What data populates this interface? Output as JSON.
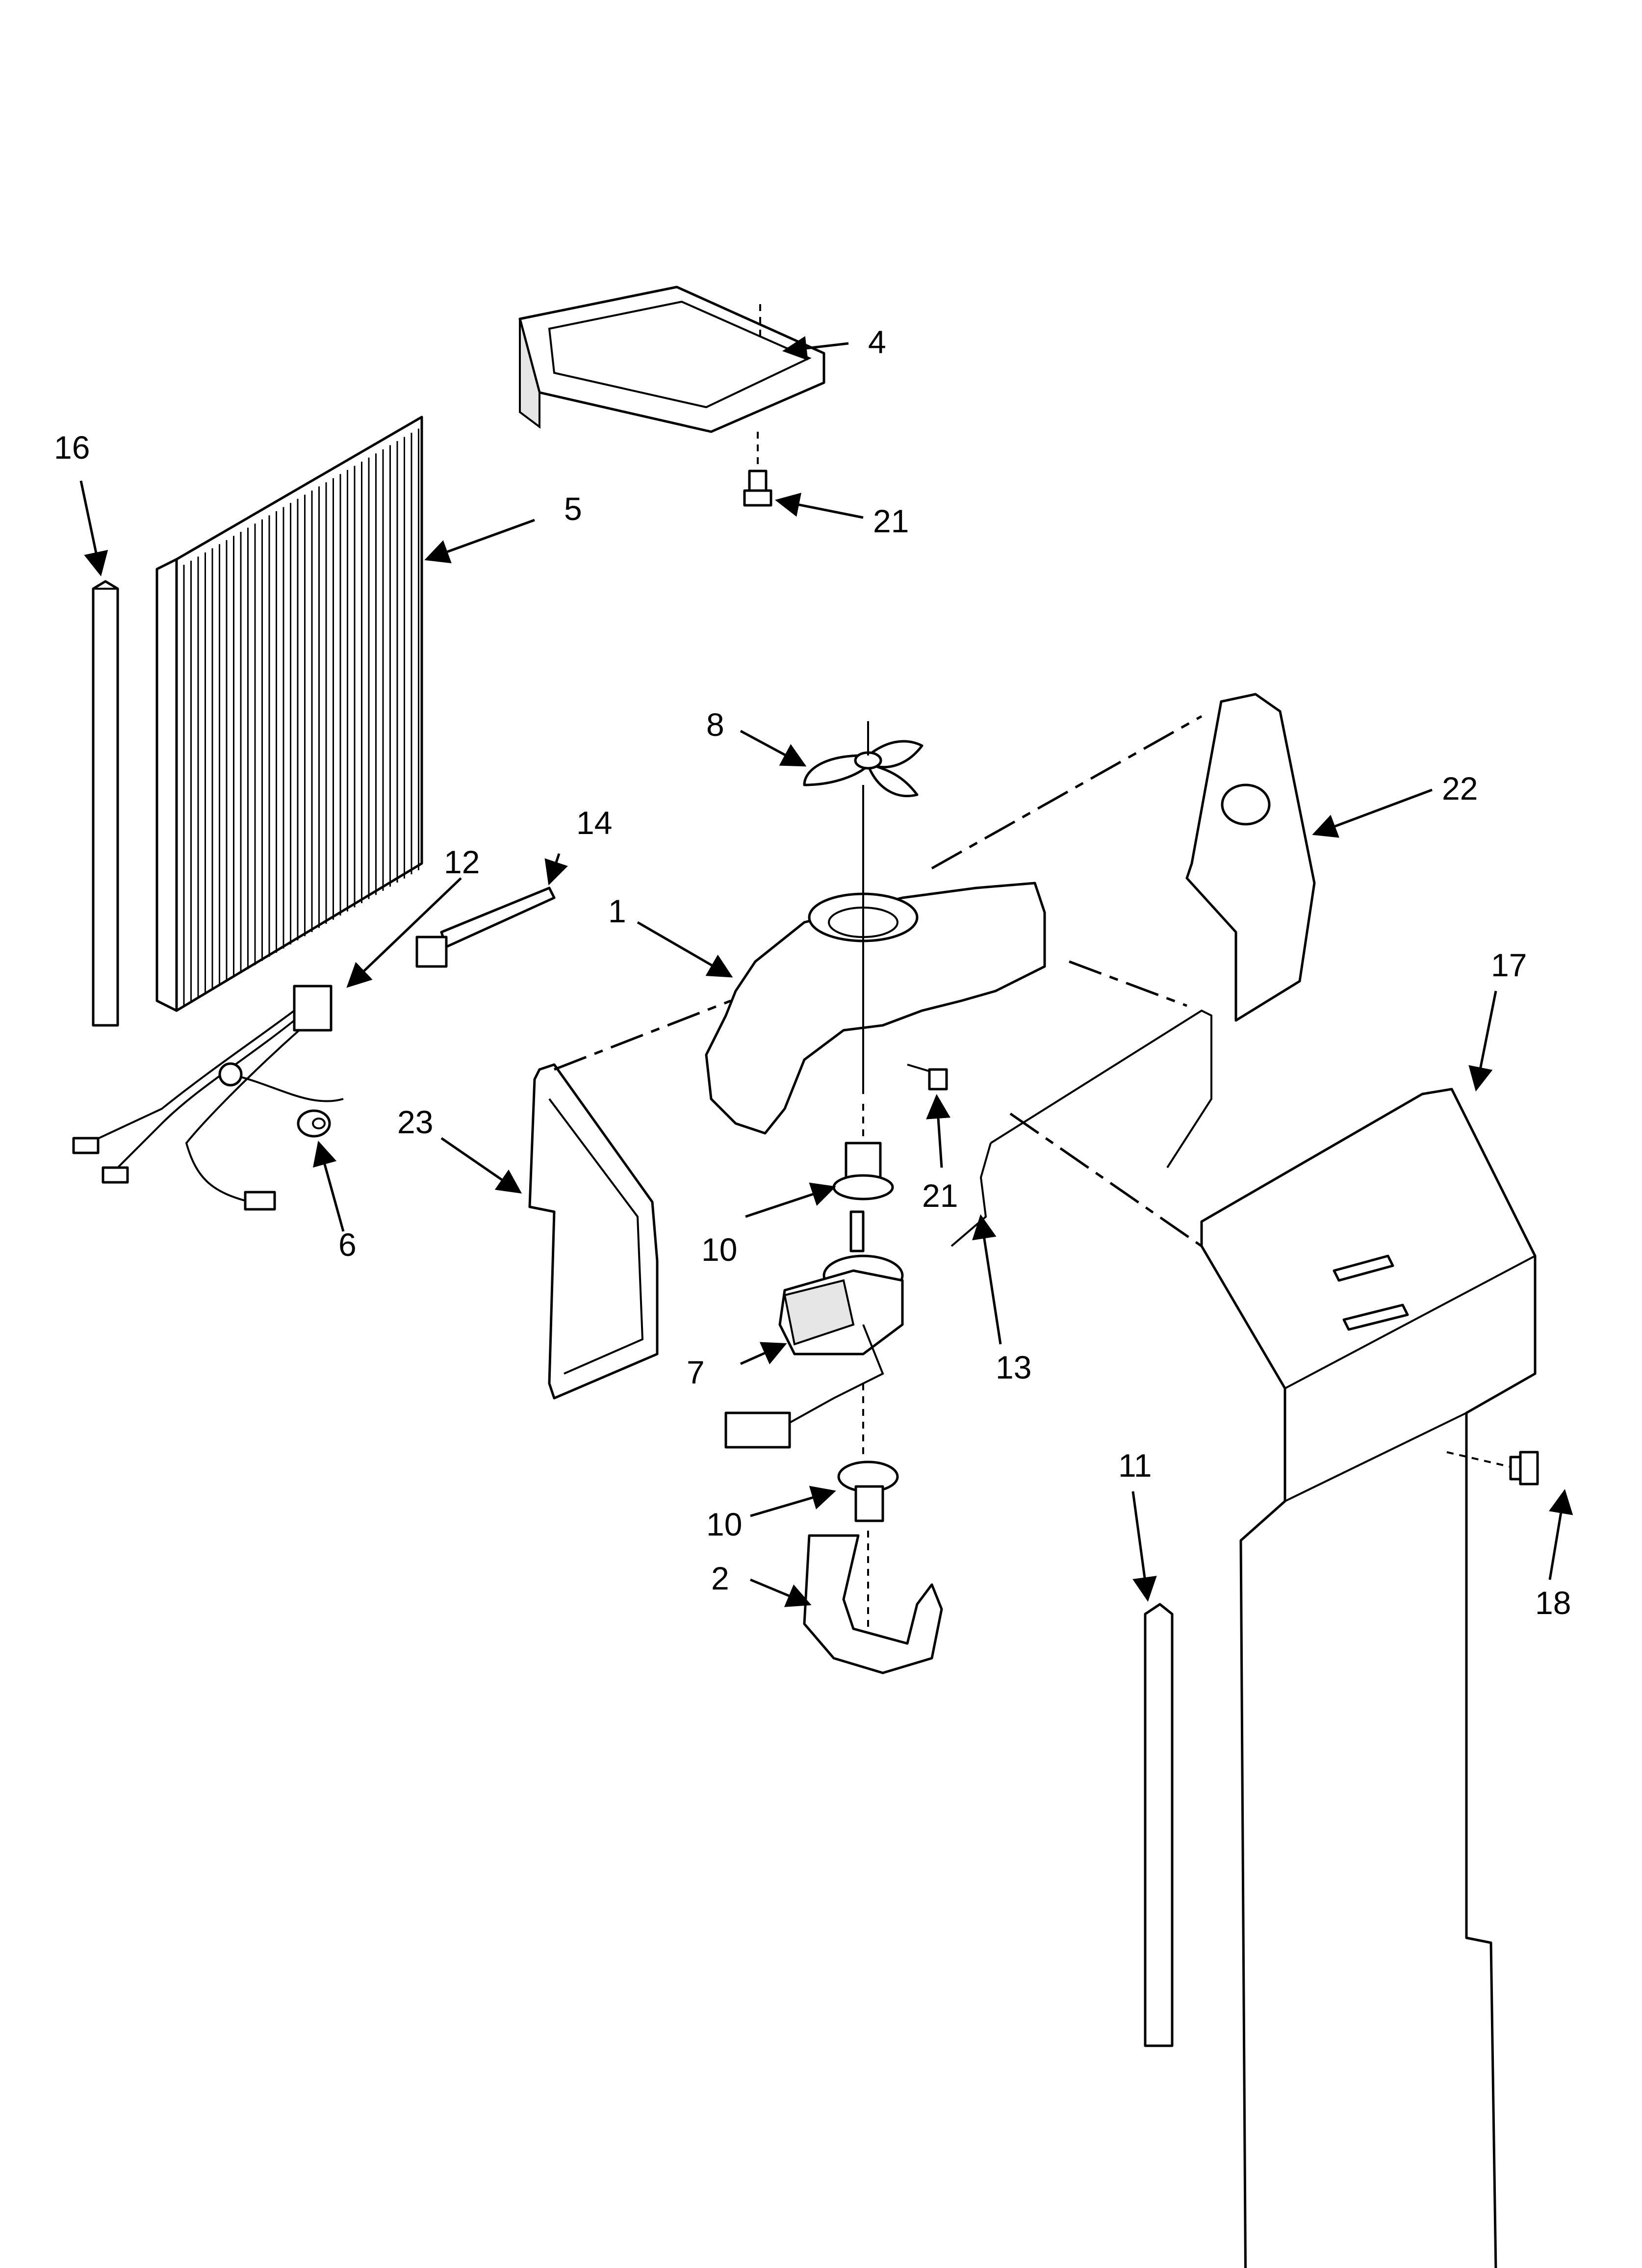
{
  "diagram": {
    "type": "exploded-parts-diagram",
    "callouts": [
      "1",
      "2",
      "4",
      "5",
      "6",
      "7",
      "8",
      "10",
      "10",
      "11",
      "12",
      "13",
      "14",
      "16",
      "17",
      "18",
      "21",
      "21",
      "22",
      "23"
    ]
  }
}
